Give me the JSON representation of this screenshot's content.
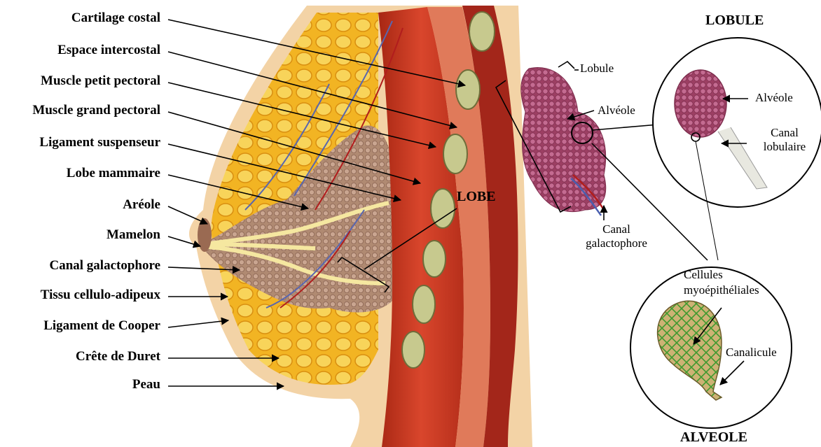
{
  "breast_labels": [
    "Cartilage costal",
    "Espace intercostal",
    "Muscle petit pectoral",
    "Muscle grand pectoral",
    "Ligament suspenseur",
    "Lobe mammaire",
    "Aréole",
    "Mamelon",
    "Canal galactophore",
    "Tissu cellulo-adipeux",
    "Ligament de Cooper",
    "Crête de Duret",
    "Peau"
  ],
  "lobe": {
    "title": "LOBE",
    "lobule_label": "Lobule",
    "alveole_label": "Alvéole",
    "canal_line1": "Canal",
    "canal_line2": "galactophore"
  },
  "lobule": {
    "title": "LOBULE",
    "alveole_label": "Alvéole",
    "canal_line1": "Canal",
    "canal_line2": "lobulaire"
  },
  "alveole": {
    "title": "ALVEOLE",
    "cells_line1": "Cellules",
    "cells_line2": "myoépithéliales",
    "canalicule_label": "Canalicule"
  },
  "colors": {
    "skin": "#f3d3a6",
    "fat": "#f2b423",
    "fat_light": "#f8d660",
    "muscle": "#c83a23",
    "muscle_dark": "#8e1f10",
    "rib": "#c6c98d",
    "lobe_tissue": "#a98775",
    "lobule_pink": "#b5567c",
    "alveolus_tan": "#c7ab6a",
    "myo_green": "#3e9a2e"
  }
}
